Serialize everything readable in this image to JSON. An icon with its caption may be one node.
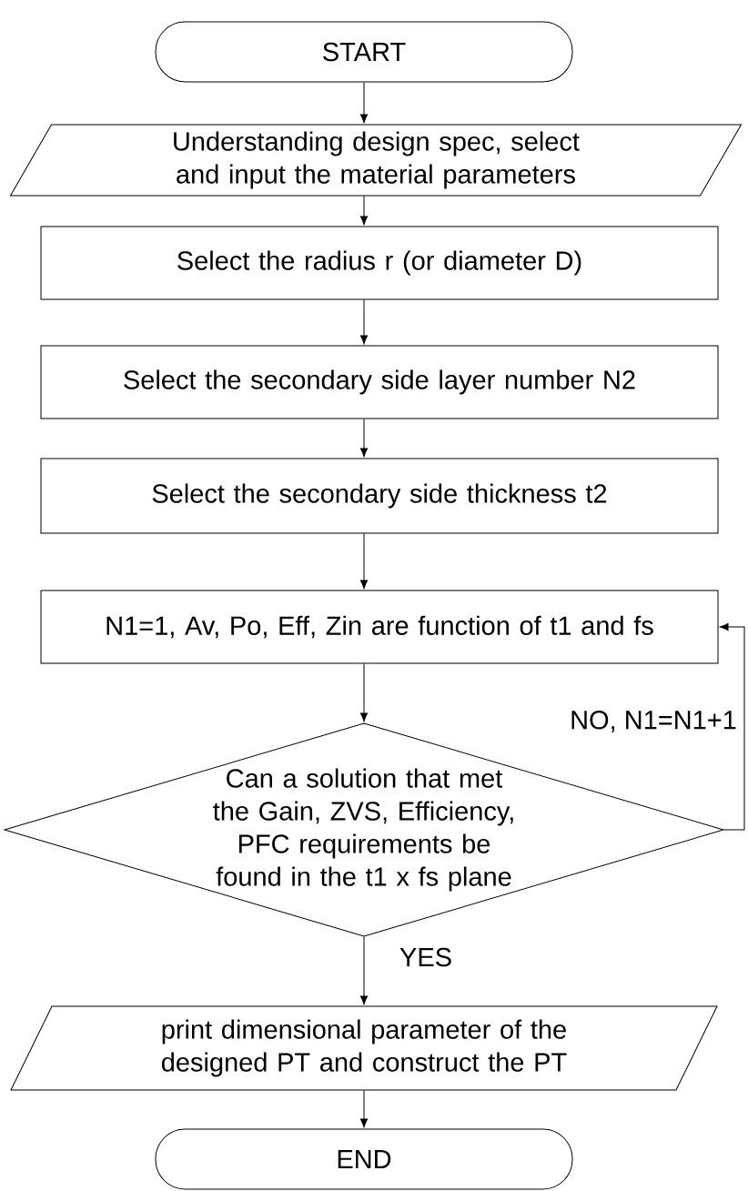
{
  "diagram": {
    "nodes": [
      {
        "text": [
          "START"
        ]
      },
      {
        "text": [
          "Understanding design spec, select and input the material parameters"
        ]
      },
      {
        "text": [
          "Select the radius r (or diameter D)"
        ]
      },
      {
        "text": [
          "Select the secondary side layer number N2"
        ]
      },
      {
        "text": [
          "Select the secondary side thickness t2"
        ]
      },
      {
        "text": [
          "N1=1, Av, Po, Eff, Zin are function of t1 and fs"
        ]
      },
      {
        "text": [
          "Can a solution that met the Gain, ZVS, Efficiency, PFC requirements be found in the t1 x fs plane"
        ]
      },
      {
        "text": [
          "print dimensional parameter of the designed PT and construct the PT"
        ]
      },
      {
        "text": [
          "END"
        ]
      }
    ],
    "edges": [
      {
        "from": 0,
        "to": 1,
        "arrow": "to"
      },
      {
        "from": 1,
        "to": 2,
        "arrow": "to"
      },
      {
        "from": 2,
        "to": 3,
        "arrow": "to"
      },
      {
        "from": 3,
        "to": 4,
        "arrow": "to"
      },
      {
        "from": 4,
        "to": 5,
        "arrow": "to"
      },
      {
        "from": 5,
        "to": 6,
        "arrow": "to"
      },
      {
        "from": 6,
        "to": 7,
        "arrow": "to",
        "label": "YES"
      },
      {
        "from": 7,
        "to": 8,
        "arrow": "to"
      },
      {
        "from": 6,
        "to": 5,
        "arrow": "to",
        "label": "NO, N1=N1+1"
      }
    ]
  }
}
